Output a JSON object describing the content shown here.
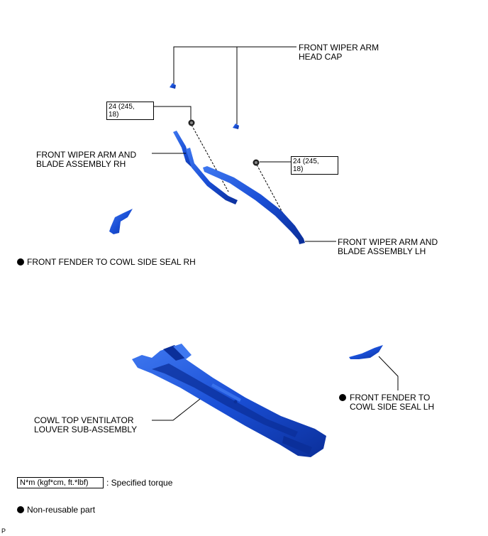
{
  "labels": {
    "head_cap": "FRONT WIPER ARM\nHEAD CAP",
    "torque_rh": "24 (245,\n18)",
    "torque_lh": "24 (245,\n18)",
    "arm_rh": "FRONT WIPER ARM AND\nBLADE ASSEMBLY RH",
    "arm_lh": "FRONT WIPER ARM AND\nBLADE ASSEMBLY LH",
    "seal_rh": "FRONT FENDER TO COWL SIDE SEAL RH",
    "seal_lh": "FRONT FENDER TO\nCOWL SIDE SEAL LH",
    "cowl": "COWL TOP VENTILATOR\nLOUVER SUB-ASSEMBLY"
  },
  "legend": {
    "torque_unit": "N*m (kgf*cm, ft.*lbf)",
    "torque_desc": ": Specified torque",
    "nonreusable": "Non-reusable part"
  },
  "corner_mark": "P",
  "colors": {
    "part": "#1a4fd6",
    "part_dark": "#0b2f9a",
    "part_light": "#3f78f0",
    "line": "#000000"
  }
}
